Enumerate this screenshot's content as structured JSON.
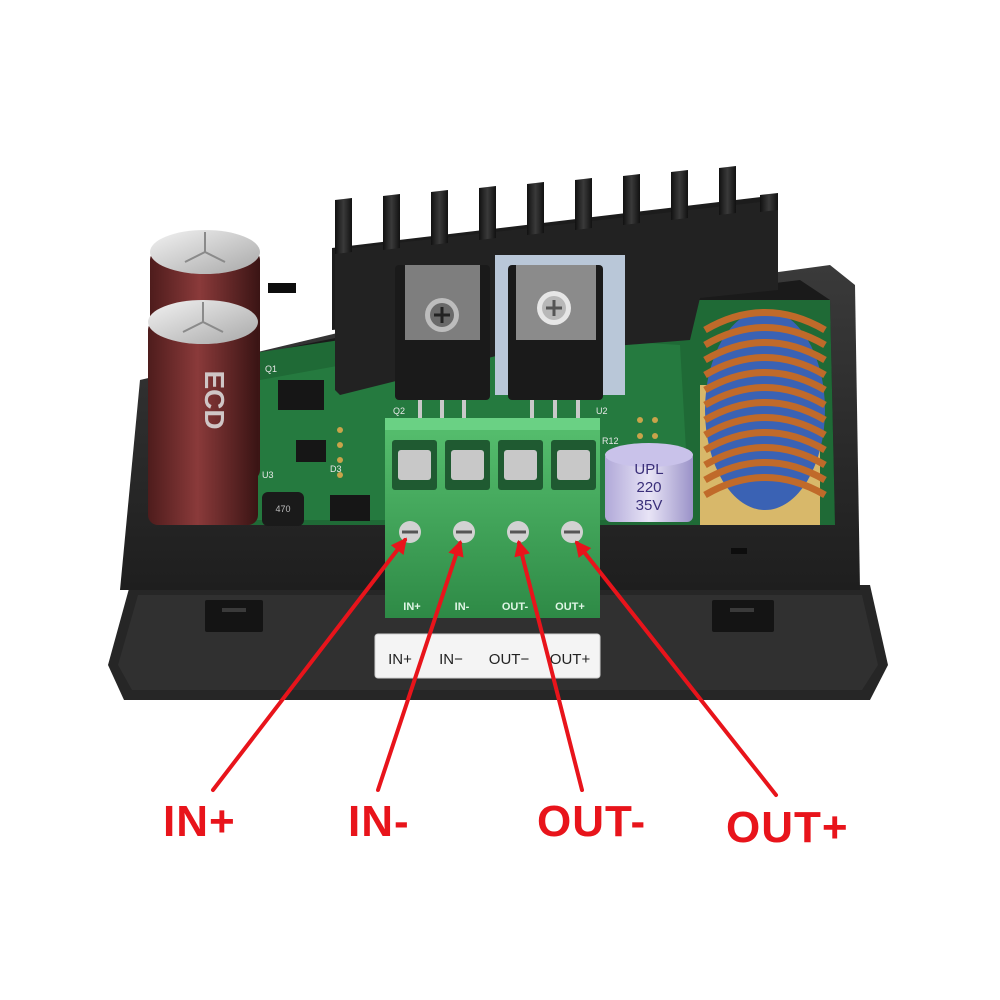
{
  "colors": {
    "callout_red": "#e8141b",
    "terminal_green": "#3fa55a",
    "pcb_green": "#1f6a36",
    "enclosure_black": "#2a2a2a",
    "heatsink_black": "#1c1c1c",
    "capacitor_brown": "#6b2b2b",
    "coil_copper": "#c06a2a",
    "core_blue": "#3a62b4"
  },
  "terminal_block": {
    "silk_labels": [
      "IN+",
      "IN-",
      "OUT-",
      "OUT+"
    ],
    "sticker_labels": [
      "IN+",
      "IN−",
      "OUT−",
      "OUT+"
    ]
  },
  "capacitor_small": {
    "line1": "UPL",
    "line2": "220",
    "line3": "35V"
  },
  "electrolytic_capacitors": {
    "brand": "ECD"
  },
  "pcb_silk": {
    "q1": "Q1",
    "q2": "Q2",
    "u2": "U2",
    "r12": "R12",
    "u3": "U3",
    "d3": "D3",
    "inductor_small": "470"
  },
  "callouts": [
    {
      "label": "IN+"
    },
    {
      "label": "IN-"
    },
    {
      "label": "OUT-"
    },
    {
      "label": "OUT+"
    }
  ]
}
